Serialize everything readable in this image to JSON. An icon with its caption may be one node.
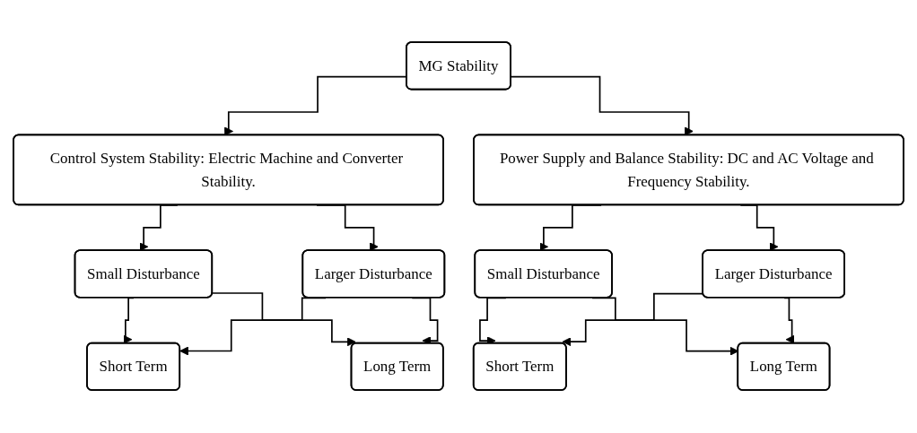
{
  "diagram": {
    "nodes": [
      {
        "text": [
          "MG Stability"
        ]
      },
      {
        "text": [
          "Control System Stability: Electric Machine and Converter Stability."
        ]
      },
      {
        "text": [
          "Power Supply and Balance Stability: DC and AC Voltage and Frequency Stability."
        ]
      },
      {
        "text": [
          "Small Disturbance"
        ]
      },
      {
        "text": [
          "Larger Disturbance"
        ]
      },
      {
        "text": [
          "Small Disturbance"
        ]
      },
      {
        "text": [
          "Larger Disturbance"
        ]
      },
      {
        "text": [
          "Short Term"
        ]
      },
      {
        "text": [
          "Long Term"
        ]
      },
      {
        "text": [
          "Short Term"
        ]
      },
      {
        "text": [
          "Long Term"
        ]
      }
    ],
    "edges": [
      {
        "from": 0,
        "to": 1,
        "arrow": "to"
      },
      {
        "from": 0,
        "to": 2,
        "arrow": "to"
      },
      {
        "from": 1,
        "to": 3,
        "arrow": "to"
      },
      {
        "from": 1,
        "to": 4,
        "arrow": "to"
      },
      {
        "from": 2,
        "to": 5,
        "arrow": "to"
      },
      {
        "from": 2,
        "to": 6,
        "arrow": "to"
      },
      {
        "from": 3,
        "to": 7,
        "arrow": "to"
      },
      {
        "from": 3,
        "to": 8,
        "arrow": "to"
      },
      {
        "from": 4,
        "to": 7,
        "arrow": "to"
      },
      {
        "from": 4,
        "to": 8,
        "arrow": "to"
      },
      {
        "from": 5,
        "to": 9,
        "arrow": "to"
      },
      {
        "from": 5,
        "to": 10,
        "arrow": "to"
      },
      {
        "from": 6,
        "to": 9,
        "arrow": "to"
      },
      {
        "from": 6,
        "to": 10,
        "arrow": "to"
      }
    ]
  }
}
